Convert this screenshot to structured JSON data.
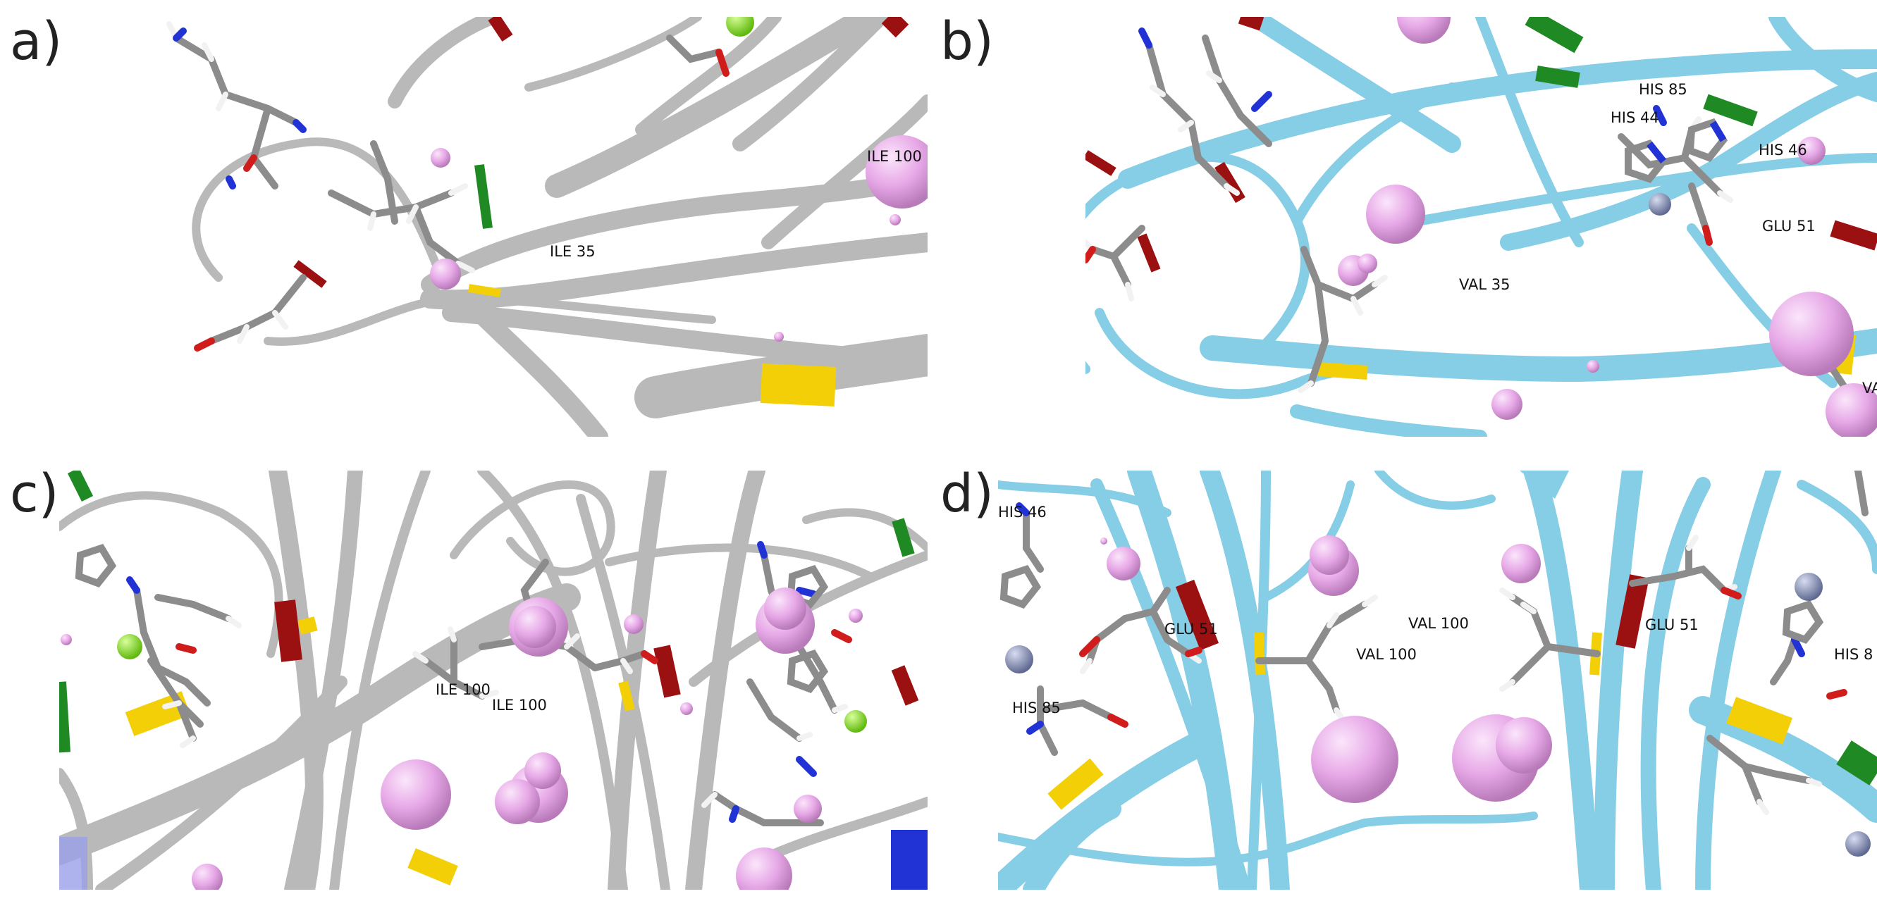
{
  "panels": [
    {
      "letter": "a)",
      "labels": [
        "ILE 100",
        "ILE 35"
      ]
    },
    {
      "letter": "b)",
      "labels": [
        "HIS 85",
        "HIS 44",
        "HIS 46",
        "GLU 51",
        "VAL 35",
        "VA"
      ]
    },
    {
      "letter": "c)",
      "labels": [
        "ILE 100",
        "ILE 100"
      ]
    },
    {
      "letter": "d)",
      "labels": [
        "HIS 46",
        "GLU 51",
        "GLU 51",
        "VAL 100",
        "VAL 100",
        "HIS 85",
        "HIS 8"
      ]
    }
  ],
  "colors": {
    "ribbon_gray": "#b9b9b9",
    "ribbon_blue": "#86cde6",
    "stick": "#8c8c8c",
    "hydrogen": "#f2f2f2",
    "oxygen": "#d11c1c",
    "nitrogen": "#2233d6",
    "sphere": "#e7a9e7",
    "highlight_red": "#9b1010",
    "highlight_green": "#1f8a23",
    "highlight_yellow": "#f2cf07",
    "ion_green": "#7fe01a",
    "ion_slate": "#8a94b8"
  }
}
